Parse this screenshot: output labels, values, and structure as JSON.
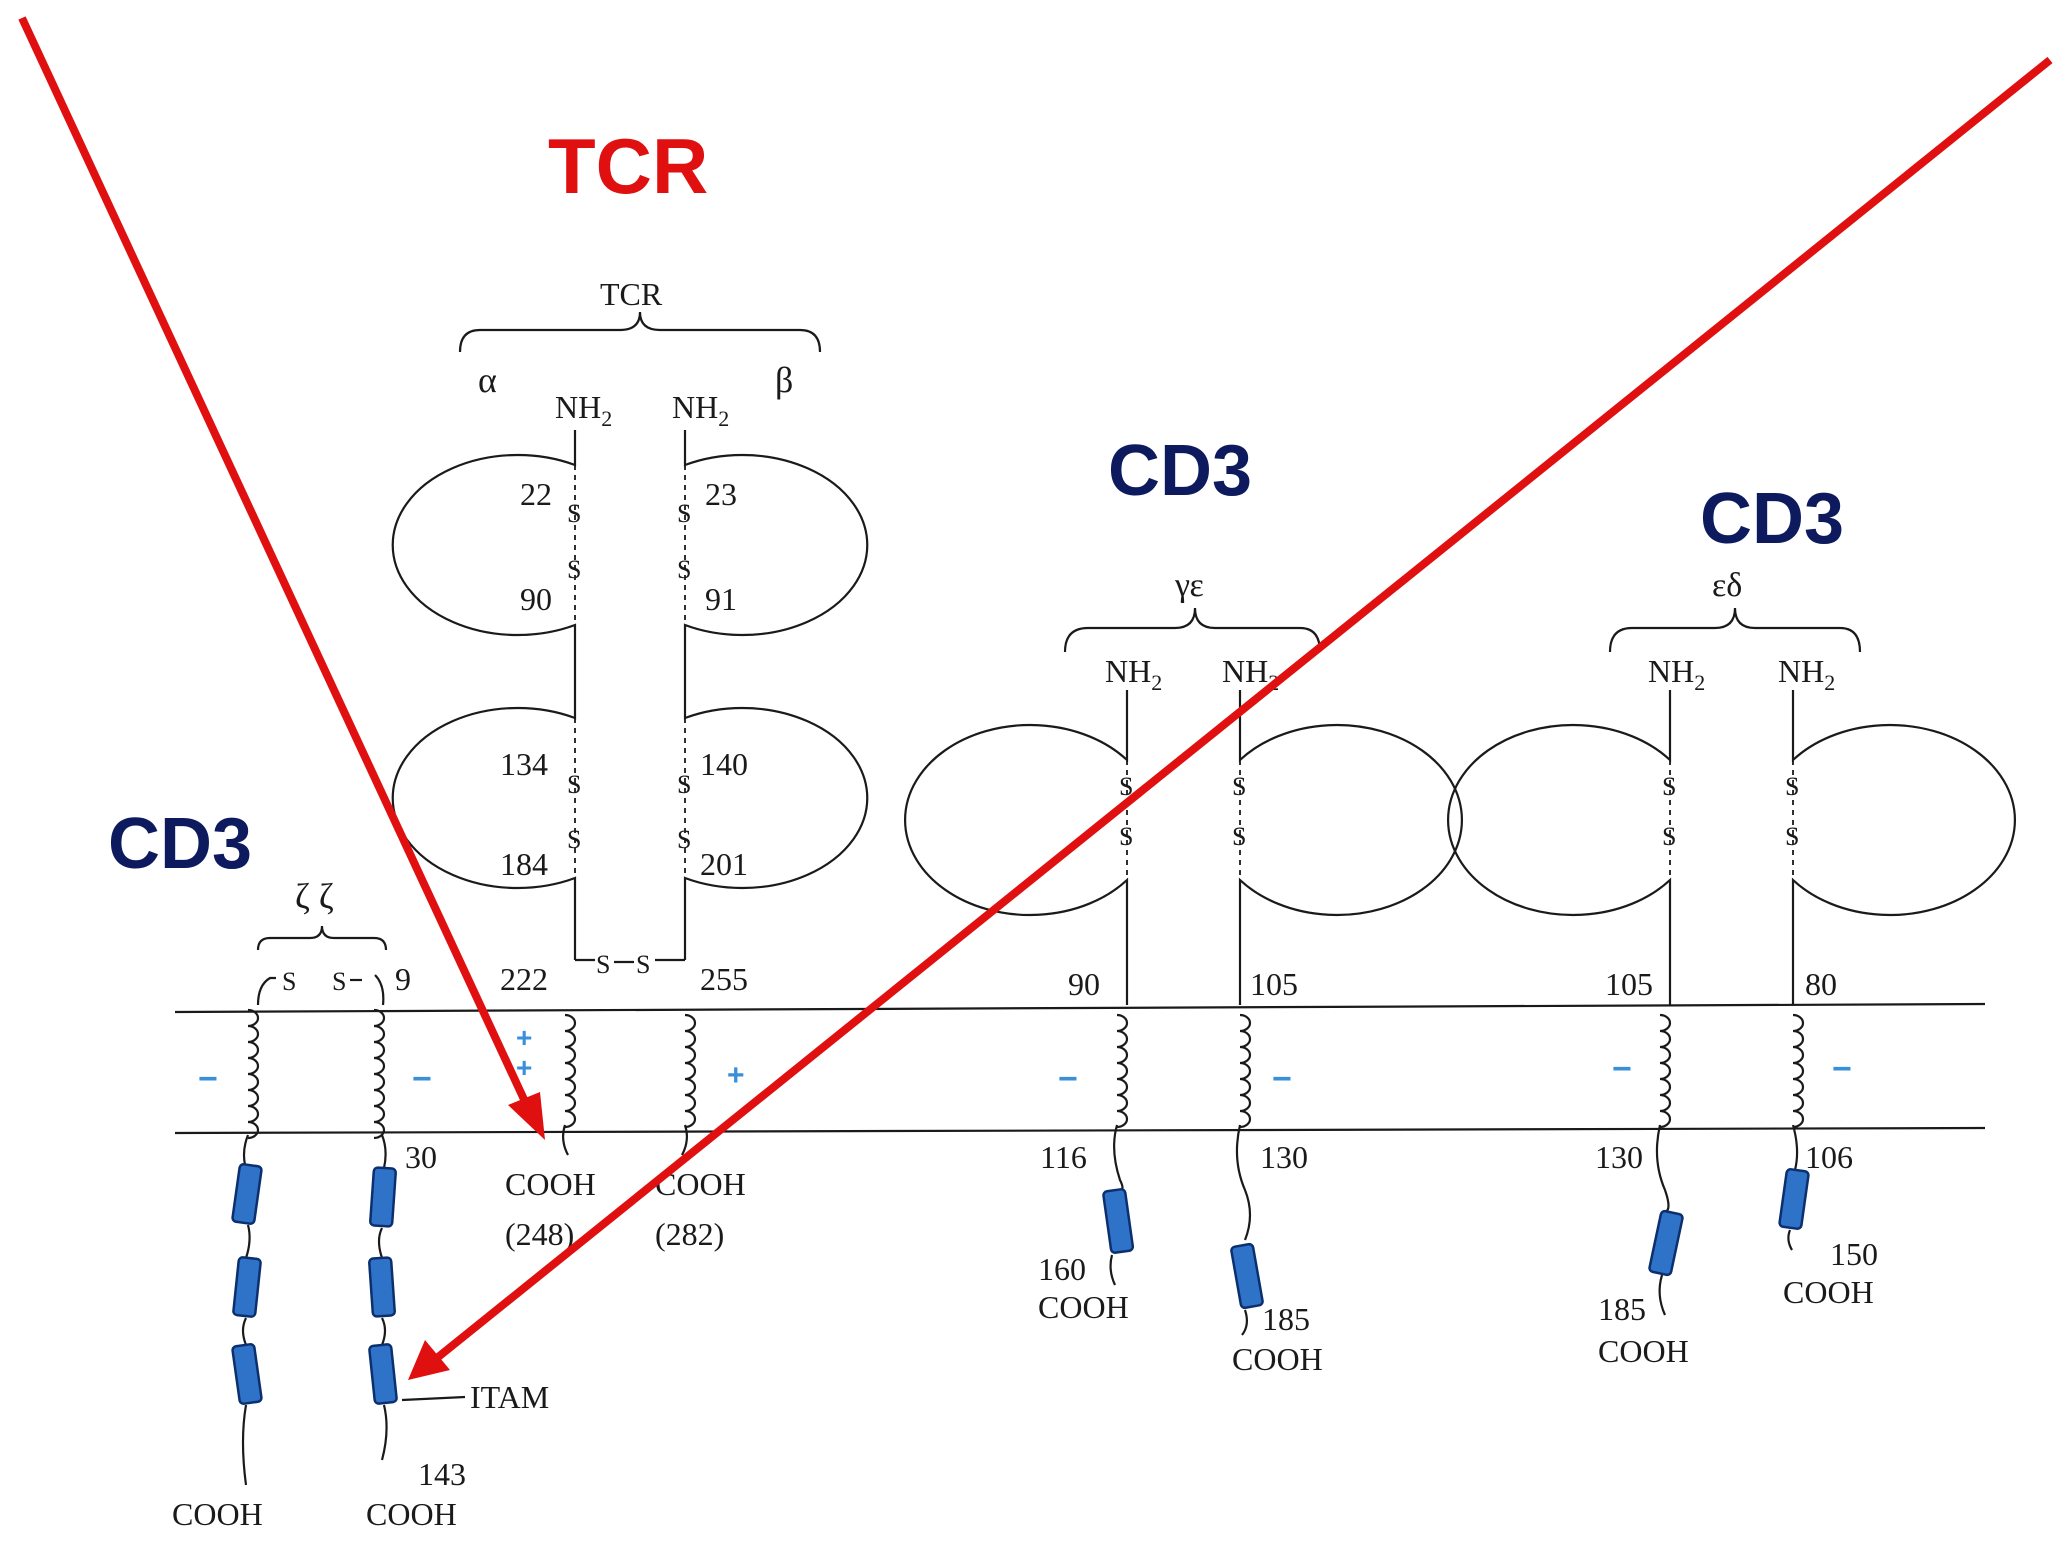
{
  "titles": {
    "tcr": "TCR",
    "cd3_gamma_eps": "CD3",
    "cd3_eps_delta": "CD3",
    "cd3_zeta": "CD3"
  },
  "labels": {
    "tcr_brace": "TCR",
    "alpha": "α",
    "beta": "β",
    "gamma_eps": "γε",
    "eps_delta": "εδ",
    "zeta_zeta": "ζ ζ",
    "itam": "ITAM",
    "nh2": "NH",
    "nh2_sub": "2",
    "cooh": "COOH",
    "ss": "S",
    "s_left": "S",
    "s_right": "S"
  },
  "residues": {
    "a22": "22",
    "a90": "90",
    "a134": "134",
    "a184": "184",
    "a222": "222",
    "a248": "(248)",
    "b23": "23",
    "b91": "91",
    "b140": "140",
    "b201": "201",
    "b255": "255",
    "b282": "(282)",
    "g90": "90",
    "g116": "116",
    "g160": "160",
    "e105": "105",
    "e130": "130",
    "e185": "185",
    "e2_105": "105",
    "e2_130": "130",
    "e2_185": "185",
    "d80": "80",
    "d106": "106",
    "d150": "150",
    "z9": "9",
    "z30": "30",
    "z143": "143"
  },
  "charges": {
    "plus": "+",
    "minus": "−"
  },
  "colors": {
    "arrow": "#e01010",
    "tcr_title": "#e01010",
    "cd3_title": "#0d1a5e",
    "itam_fill": "#2f73c9",
    "charge": "#3a8fd9"
  }
}
